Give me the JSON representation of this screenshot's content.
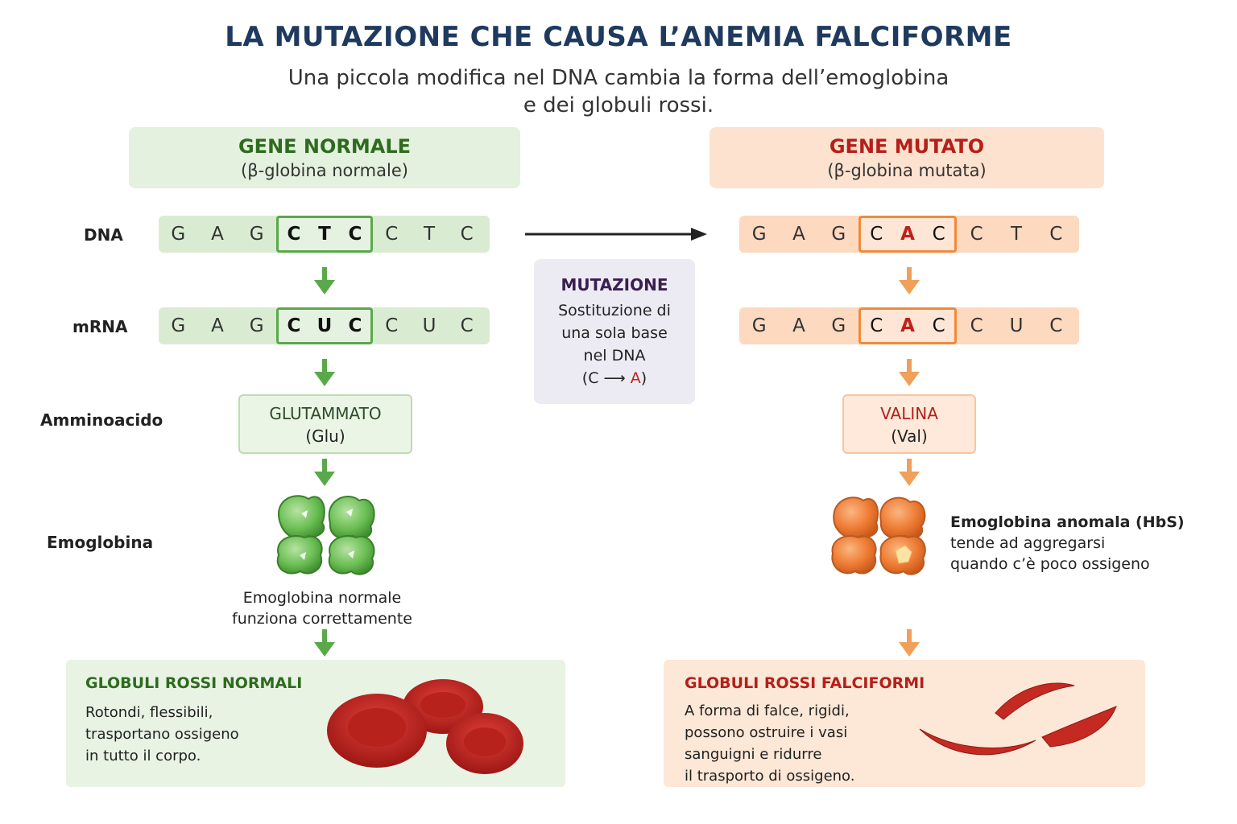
{
  "title": "LA MUTAZIONE CHE CAUSA L’ANEMIA FALCIFORME",
  "subtitle_line1": "Una piccola modifica nel DNA cambia la forma dell’emoglobina",
  "subtitle_line2": "e dei globuli rossi.",
  "row_labels": {
    "dna": "DNA",
    "mrna": "mRNA",
    "aminoacid": "Amminoacido",
    "hemoglobin": "Emoglobina"
  },
  "normal": {
    "header": "GENE NORMALE",
    "subheader": "(β-globina normale)",
    "dna": [
      [
        "G",
        "A",
        "G"
      ],
      [
        "C",
        "T",
        "C"
      ],
      [
        "C",
        "T",
        "C"
      ]
    ],
    "mrna": [
      [
        "G",
        "A",
        "G"
      ],
      [
        "C",
        "U",
        "C"
      ],
      [
        "C",
        "U",
        "C"
      ]
    ],
    "aminoacid_name": "GLUTAMMATO",
    "aminoacid_abbr": "(Glu)",
    "hemoglobin_caption_1": "Emoglobina normale",
    "hemoglobin_caption_2": "funziona correttamente",
    "rbc_title": "GLOBULI ROSSI NORMALI",
    "rbc_text": [
      "Rotondi, flessibili,",
      "trasportano ossigeno",
      "in tutto il corpo."
    ]
  },
  "mutated": {
    "header": "GENE MUTATO",
    "subheader": "(β-globina mutata)",
    "dna": [
      [
        "G",
        "A",
        "G"
      ],
      [
        "C",
        "A",
        "C"
      ],
      [
        "C",
        "T",
        "C"
      ]
    ],
    "mrna": [
      [
        "G",
        "A",
        "G"
      ],
      [
        "C",
        "A",
        "C"
      ],
      [
        "C",
        "U",
        "C"
      ]
    ],
    "aminoacid_name": "VALINA",
    "aminoacid_abbr": "(Val)",
    "hemoglobin_caption": [
      "Emoglobina anomala (HbS)",
      "tende ad aggregarsi",
      "quando c’è poco ossigeno"
    ],
    "rbc_title": "GLOBULI ROSSI FALCIFORMI",
    "rbc_text": [
      "A forma di falce, rigidi,",
      "possono ostruire i vasi",
      "sanguigni e ridurre",
      "il trasporto di ossigeno."
    ]
  },
  "mutation": {
    "title": "MUTAZIONE",
    "text_1": "Sostituzione di",
    "text_2": "una sola base",
    "text_3": "nel DNA",
    "change_open": "(C ⟶ ",
    "change_base": "A",
    "change_close": ")"
  },
  "colors": {
    "green_dark": "#2e6b1f",
    "green_arrow": "#5aa84a",
    "orange_arrow": "#f0a05a",
    "red_text": "#b51f1a",
    "title_blue": "#1f3a5f"
  }
}
